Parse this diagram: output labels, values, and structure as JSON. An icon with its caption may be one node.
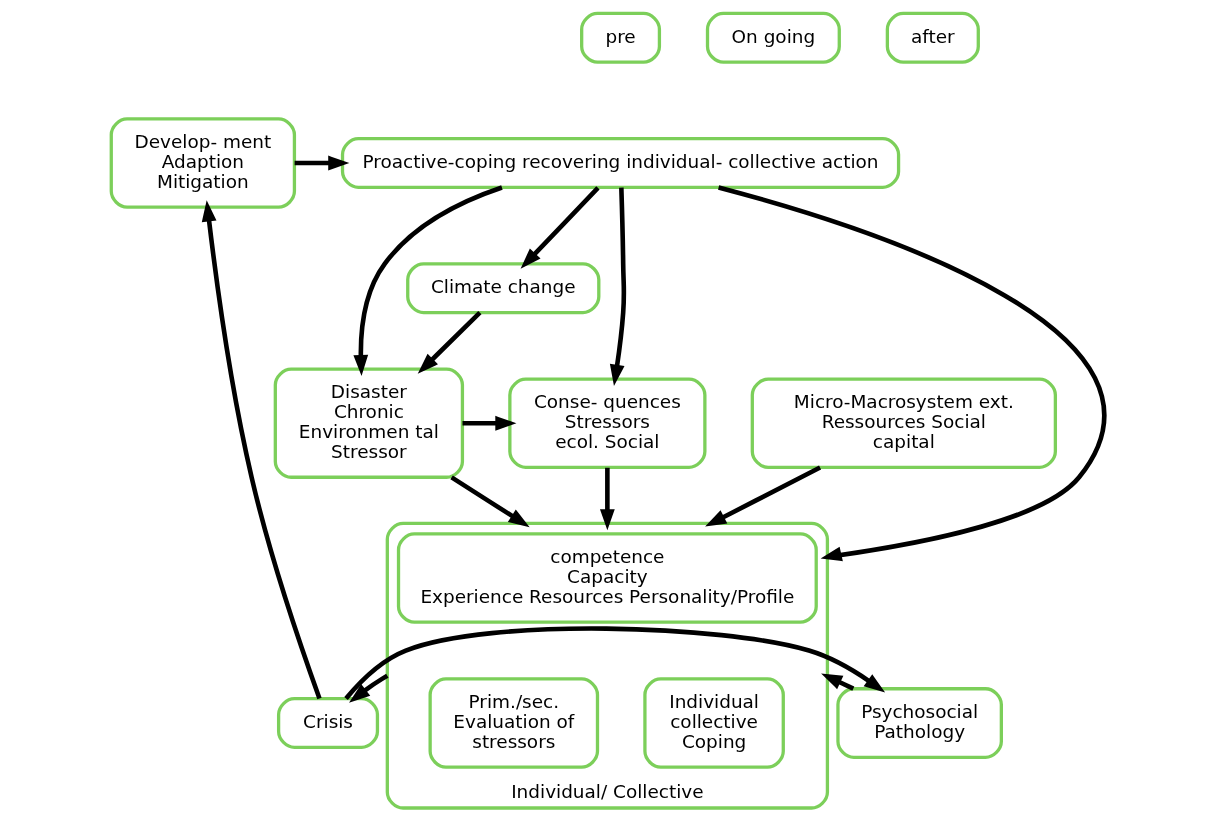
{
  "diagram": {
    "nodes": [
      {
        "text": [
          "pre"
        ]
      },
      {
        "text": [
          "On going"
        ]
      },
      {
        "text": [
          "after"
        ]
      },
      {
        "text": [
          "Proactive-coping recovering individual- collective action"
        ]
      },
      {
        "text": [
          "Develop- ment Adaption Mitigation"
        ]
      },
      {
        "text": [
          "Climate change"
        ]
      },
      {
        "text": [
          "Disaster Chronic Environmen tal Stressor"
        ]
      },
      {
        "text": [
          "Conse- quences Stressors ecol. Social"
        ]
      },
      {
        "text": [
          "Individual/ Collective"
        ]
      },
      {
        "text": [
          "competence",
          "Capacity",
          "Experience Resources Personality/Profile"
        ],
        "in": 8
      },
      {
        "text": [
          "Prim./sec. Evaluation of stressors"
        ],
        "in": 8
      },
      {
        "text": [
          "Individual collective Coping"
        ],
        "in": 8
      },
      {
        "text": [
          "Crisis"
        ]
      },
      {
        "text": [
          "Psychosocial Pathology"
        ]
      },
      {
        "text": [
          "Micro-Macrosystem ext. Ressources Social capital"
        ]
      }
    ],
    "edges": [
      {
        "from": 3,
        "to": 5,
        "arrow": "to"
      },
      {
        "from": 4,
        "to": 3,
        "arrow": "to"
      },
      {
        "from": 3,
        "to": 8,
        "arrow": "to"
      },
      {
        "from": 3,
        "to": 6,
        "arrow": "to"
      },
      {
        "from": 3,
        "to": 7,
        "arrow": "to"
      },
      {
        "from": 5,
        "to": 6,
        "arrow": "to"
      },
      {
        "from": 6,
        "to": 7,
        "arrow": "to"
      },
      {
        "from": 7,
        "to": 8,
        "arrow": "to"
      },
      {
        "from": 6,
        "to": 8,
        "arrow": "to"
      },
      {
        "from": 8,
        "to": 12,
        "arrow": "to"
      },
      {
        "from": 12,
        "to": 4,
        "arrow": "to"
      },
      {
        "from": 12,
        "to": 13,
        "arrow": "to"
      },
      {
        "from": 14,
        "to": 8,
        "arrow": "to"
      },
      {
        "from": 13,
        "to": 8,
        "arrow": "to"
      }
    ]
  }
}
